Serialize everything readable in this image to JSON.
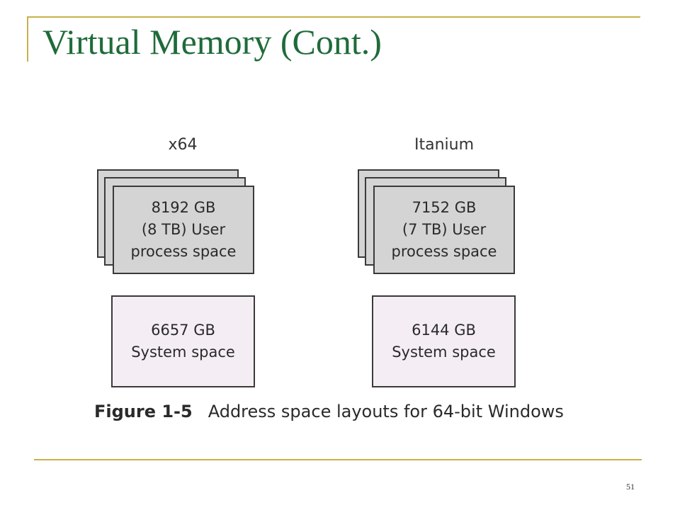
{
  "slide": {
    "title": "Virtual Memory (Cont.)",
    "page_number": "51"
  },
  "figure": {
    "columns": [
      {
        "label": "x64",
        "user_space": [
          "8192 GB",
          "(8 TB) User",
          "process space"
        ],
        "system_space": [
          "6657 GB",
          "System space"
        ]
      },
      {
        "label": "Itanium",
        "user_space": [
          "7152 GB",
          "(7 TB) User",
          "process space"
        ],
        "system_space": [
          "6144 GB",
          "System space"
        ]
      }
    ],
    "caption_number": "Figure 1-5",
    "caption_text": "Address space layouts for 64-bit Windows"
  }
}
